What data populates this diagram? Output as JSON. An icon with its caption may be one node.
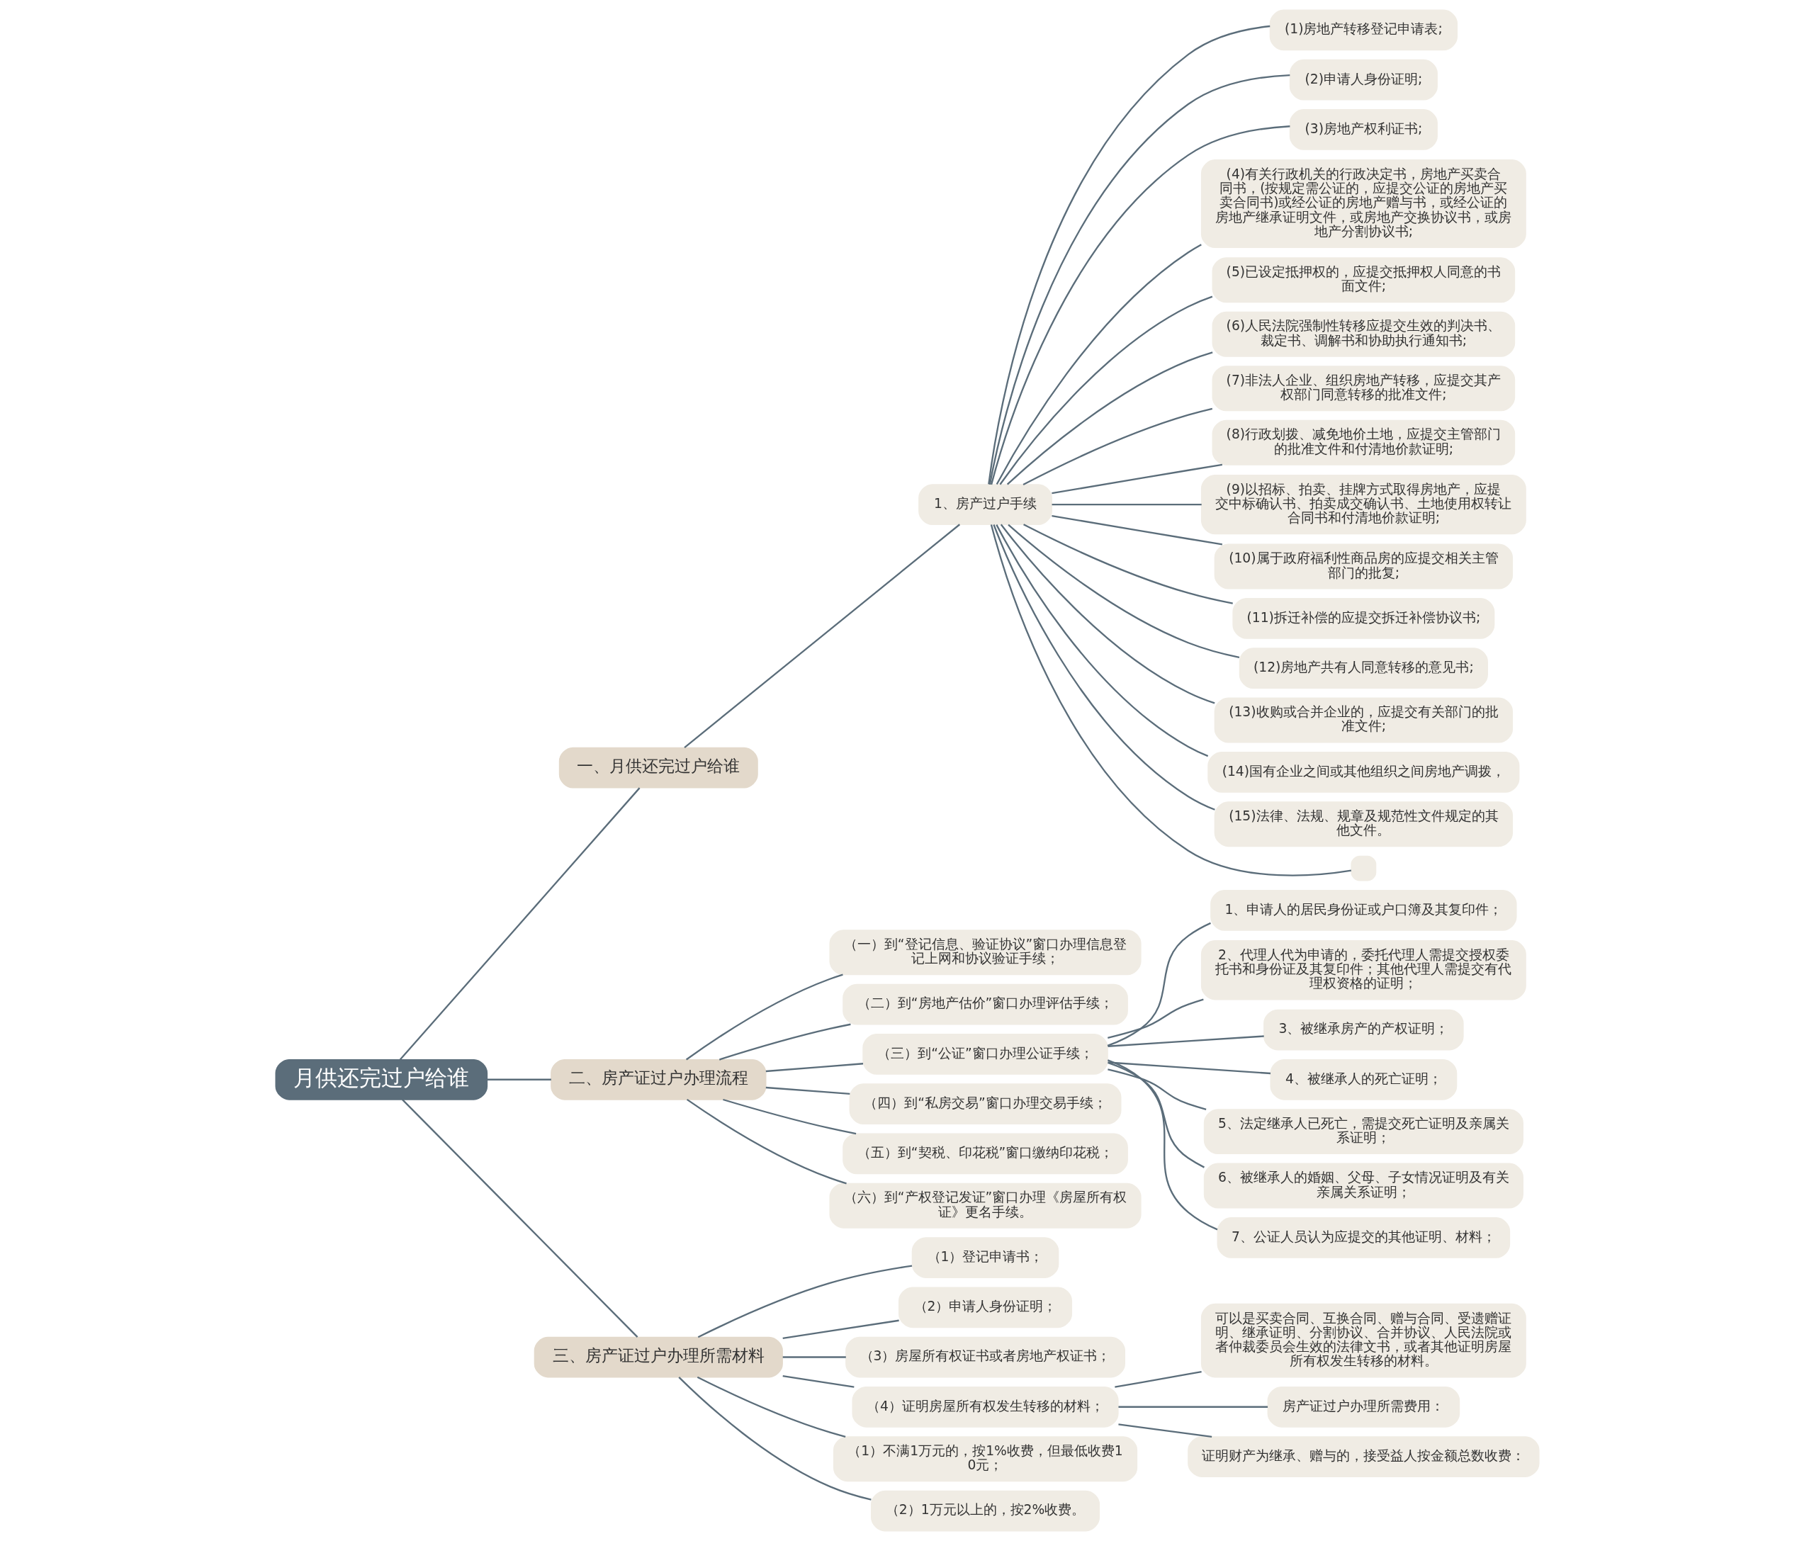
{
  "diagram": {
    "nodes": [
      {
        "text": [
          "月供还完过户给谁"
        ]
      },
      {
        "text": [
          "一、月供还完过户给谁"
        ]
      },
      {
        "text": [
          "1、房产过户手续"
        ]
      },
      {
        "text": [
          "(1)房地产转移登记申请表;"
        ]
      },
      {
        "text": [
          "(2)申请人身份证明;"
        ]
      },
      {
        "text": [
          "(3)房地产权利证书;"
        ]
      },
      {
        "text": [
          "(4)有关行政机关的行政决定书，房地产买卖合同书，(按规定需公证的，应提交公证的房地产买卖合同书)或经公证的房地产赠与书，或经公证的房地产继承证明文件，或房地产交换协议书，或房地产分割协议书;"
        ]
      },
      {
        "text": [
          "(5)已设定抵押权的，应提交抵押权人同意的书面文件;"
        ]
      },
      {
        "text": [
          "(6)人民法院强制性转移应提交生效的判决书、裁定书、调解书和协助执行通知书;"
        ]
      },
      {
        "text": [
          "(7)非法人企业、组织房地产转移，应提交其产权部门同意转移的批准文件;"
        ]
      },
      {
        "text": [
          "(8)行政划拨、减免地价土地，应提交主管部门的批准文件和付清地价款证明;"
        ]
      },
      {
        "text": [
          "(9)以招标、拍卖、挂牌方式取得房地产，应提交中标确认书、拍卖成交确认书、土地使用权转让合同书和付清地价款证明;"
        ]
      },
      {
        "text": [
          "(10)属于政府福利性商品房的应提交相关主管部门的批复;"
        ]
      },
      {
        "text": [
          "(11)拆迁补偿的应提交拆迁补偿协议书;"
        ]
      },
      {
        "text": [
          "(12)房地产共有人同意转移的意见书;"
        ]
      },
      {
        "text": [
          "(13)收购或合并企业的，应提交有关部门的批准文件;"
        ]
      },
      {
        "text": [
          "(14)国有企业之间或其他组织之间房地产调拨，"
        ]
      },
      {
        "text": [
          "(15)法律、法规、规章及规范性文件规定的其他文件。"
        ]
      },
      {
        "text": [],
        "shape": "box"
      },
      {
        "text": [
          "二、房产证过户办理流程"
        ]
      },
      {
        "text": [
          "（一）到“登记信息、验证协议”窗口办理信息登记上网和协议验证手续；"
        ]
      },
      {
        "text": [
          "（二）到“房地产估价”窗口办理评估手续；"
        ]
      },
      {
        "text": [
          "（三）到“公证”窗口办理公证手续；"
        ]
      },
      {
        "text": [
          "1、申请人的居民身份证或户口簿及其复印件；"
        ]
      },
      {
        "text": [
          "2、代理人代为申请的，委托代理人需提交授权委托书和身份证及其复印件；其他代理人需提交有代理权资格的证明；"
        ]
      },
      {
        "text": [
          "3、被继承房产的产权证明；"
        ]
      },
      {
        "text": [
          "4、被继承人的死亡证明；"
        ]
      },
      {
        "text": [
          "5、法定继承人已死亡，需提交死亡证明及亲属关系证明；"
        ]
      },
      {
        "text": [
          "6、被继承人的婚姻、父母、子女情况证明及有关亲属关系证明；"
        ]
      },
      {
        "text": [
          "7、公证人员认为应提交的其他证明、材料；"
        ]
      },
      {
        "text": [
          "（四）到“私房交易”窗口办理交易手续；"
        ]
      },
      {
        "text": [
          "（五）到“契税、印花税”窗口缴纳印花税；"
        ]
      },
      {
        "text": [
          "（六）到“产权登记发证”窗口办理《房屋所有权证》更名手续。"
        ]
      },
      {
        "text": [
          "三、房产证过户办理所需材料"
        ]
      },
      {
        "text": [
          "（1）登记申请书；"
        ]
      },
      {
        "text": [
          "（2）申请人身份证明；"
        ]
      },
      {
        "text": [
          "（3）房屋所有权证书或者房地产权证书；"
        ]
      },
      {
        "text": [
          "（4）证明房屋所有权发生转移的材料；"
        ]
      },
      {
        "text": [
          "可以是买卖合同、互换合同、赠与合同、受遗赠证明、继承证明、分割协议、合并协议、人民法院或者仲裁委员会生效的法律文书，或者其他证明房屋所有权发生转移的材料。"
        ]
      },
      {
        "text": [
          "房产证过户办理所需费用："
        ]
      },
      {
        "text": [
          "证明财产为继承、赠与的，接受益人按金额总数收费："
        ]
      },
      {
        "text": [
          "（1）不满1万元的，按1%收费，但最低收费10元；"
        ]
      },
      {
        "text": [
          "（2）1万元以上的，按2%收费。"
        ]
      }
    ],
    "edges": [
      {
        "from": 0,
        "to": 1,
        "arrow": "none"
      },
      {
        "from": 1,
        "to": 2,
        "arrow": "none"
      },
      {
        "from": 2,
        "to": 3,
        "arrow": "none"
      },
      {
        "from": 2,
        "to": 4,
        "arrow": "none"
      },
      {
        "from": 2,
        "to": 5,
        "arrow": "none"
      },
      {
        "from": 2,
        "to": 6,
        "arrow": "none"
      },
      {
        "from": 2,
        "to": 7,
        "arrow": "none"
      },
      {
        "from": 2,
        "to": 8,
        "arrow": "none"
      },
      {
        "from": 2,
        "to": 9,
        "arrow": "none"
      },
      {
        "from": 2,
        "to": 10,
        "arrow": "none"
      },
      {
        "from": 2,
        "to": 11,
        "arrow": "none"
      },
      {
        "from": 2,
        "to": 12,
        "arrow": "none"
      },
      {
        "from": 2,
        "to": 13,
        "arrow": "none"
      },
      {
        "from": 2,
        "to": 14,
        "arrow": "none"
      },
      {
        "from": 2,
        "to": 15,
        "arrow": "none"
      },
      {
        "from": 2,
        "to": 16,
        "arrow": "none"
      },
      {
        "from": 2,
        "to": 17,
        "arrow": "none"
      },
      {
        "from": 2,
        "to": 18,
        "arrow": "none"
      },
      {
        "from": 0,
        "to": 19,
        "arrow": "none"
      },
      {
        "from": 19,
        "to": 20,
        "arrow": "none"
      },
      {
        "from": 19,
        "to": 21,
        "arrow": "none"
      },
      {
        "from": 19,
        "to": 22,
        "arrow": "none"
      },
      {
        "from": 22,
        "to": 23,
        "arrow": "none"
      },
      {
        "from": 22,
        "to": 24,
        "arrow": "none"
      },
      {
        "from": 22,
        "to": 25,
        "arrow": "none"
      },
      {
        "from": 22,
        "to": 26,
        "arrow": "none"
      },
      {
        "from": 22,
        "to": 27,
        "arrow": "none"
      },
      {
        "from": 22,
        "to": 28,
        "arrow": "none"
      },
      {
        "from": 22,
        "to": 29,
        "arrow": "none"
      },
      {
        "from": 19,
        "to": 30,
        "arrow": "none"
      },
      {
        "from": 19,
        "to": 31,
        "arrow": "none"
      },
      {
        "from": 19,
        "to": 32,
        "arrow": "none"
      },
      {
        "from": 0,
        "to": 33,
        "arrow": "none"
      },
      {
        "from": 33,
        "to": 34,
        "arrow": "none"
      },
      {
        "from": 33,
        "to": 35,
        "arrow": "none"
      },
      {
        "from": 33,
        "to": 36,
        "arrow": "none"
      },
      {
        "from": 33,
        "to": 37,
        "arrow": "none"
      },
      {
        "from": 37,
        "to": 38,
        "arrow": "none"
      },
      {
        "from": 37,
        "to": 39,
        "arrow": "none"
      },
      {
        "from": 37,
        "to": 40,
        "arrow": "none"
      },
      {
        "from": 33,
        "to": 41,
        "arrow": "none"
      },
      {
        "from": 33,
        "to": 42,
        "arrow": "none"
      }
    ]
  }
}
